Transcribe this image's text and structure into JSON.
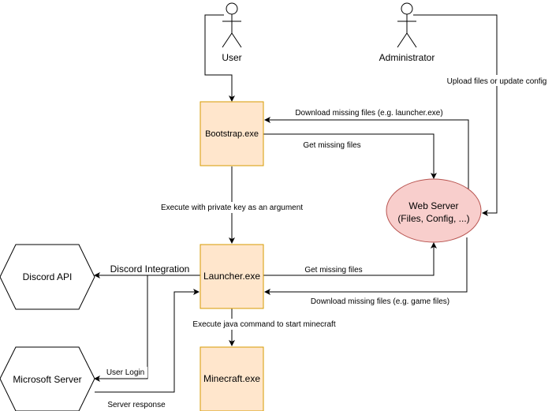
{
  "actors": {
    "user": "User",
    "admin": "Administrator"
  },
  "nodes": {
    "bootstrap": "Bootstrap.exe",
    "launcher": "Launcher.exe",
    "minecraft": "Minecraft.exe",
    "webserver_line1": "Web Server",
    "webserver_line2": "(Files, Config, ...)",
    "discord": "Discord API",
    "microsoft": "Microsoft Server"
  },
  "edges": {
    "admin_upload": "Upload files or update config",
    "download_launcher": "Download missing files (e.g. launcher.exe)",
    "get_missing_bootstrap": "Get missing files",
    "execute_private_key": "Execute with private key as an argument",
    "discord_integration": "Discord Integration",
    "get_missing_launcher": "Get missing files",
    "download_game": "Download missing files (e.g. game files)",
    "execute_java": "Execute java command to start minecraft",
    "user_login": "User Login",
    "server_response": "Server response"
  },
  "colors": {
    "process_fill": "#ffe6cc",
    "process_stroke": "#d79b00",
    "server_fill": "#f8cecc",
    "server_stroke": "#b85450",
    "line": "#000000"
  }
}
